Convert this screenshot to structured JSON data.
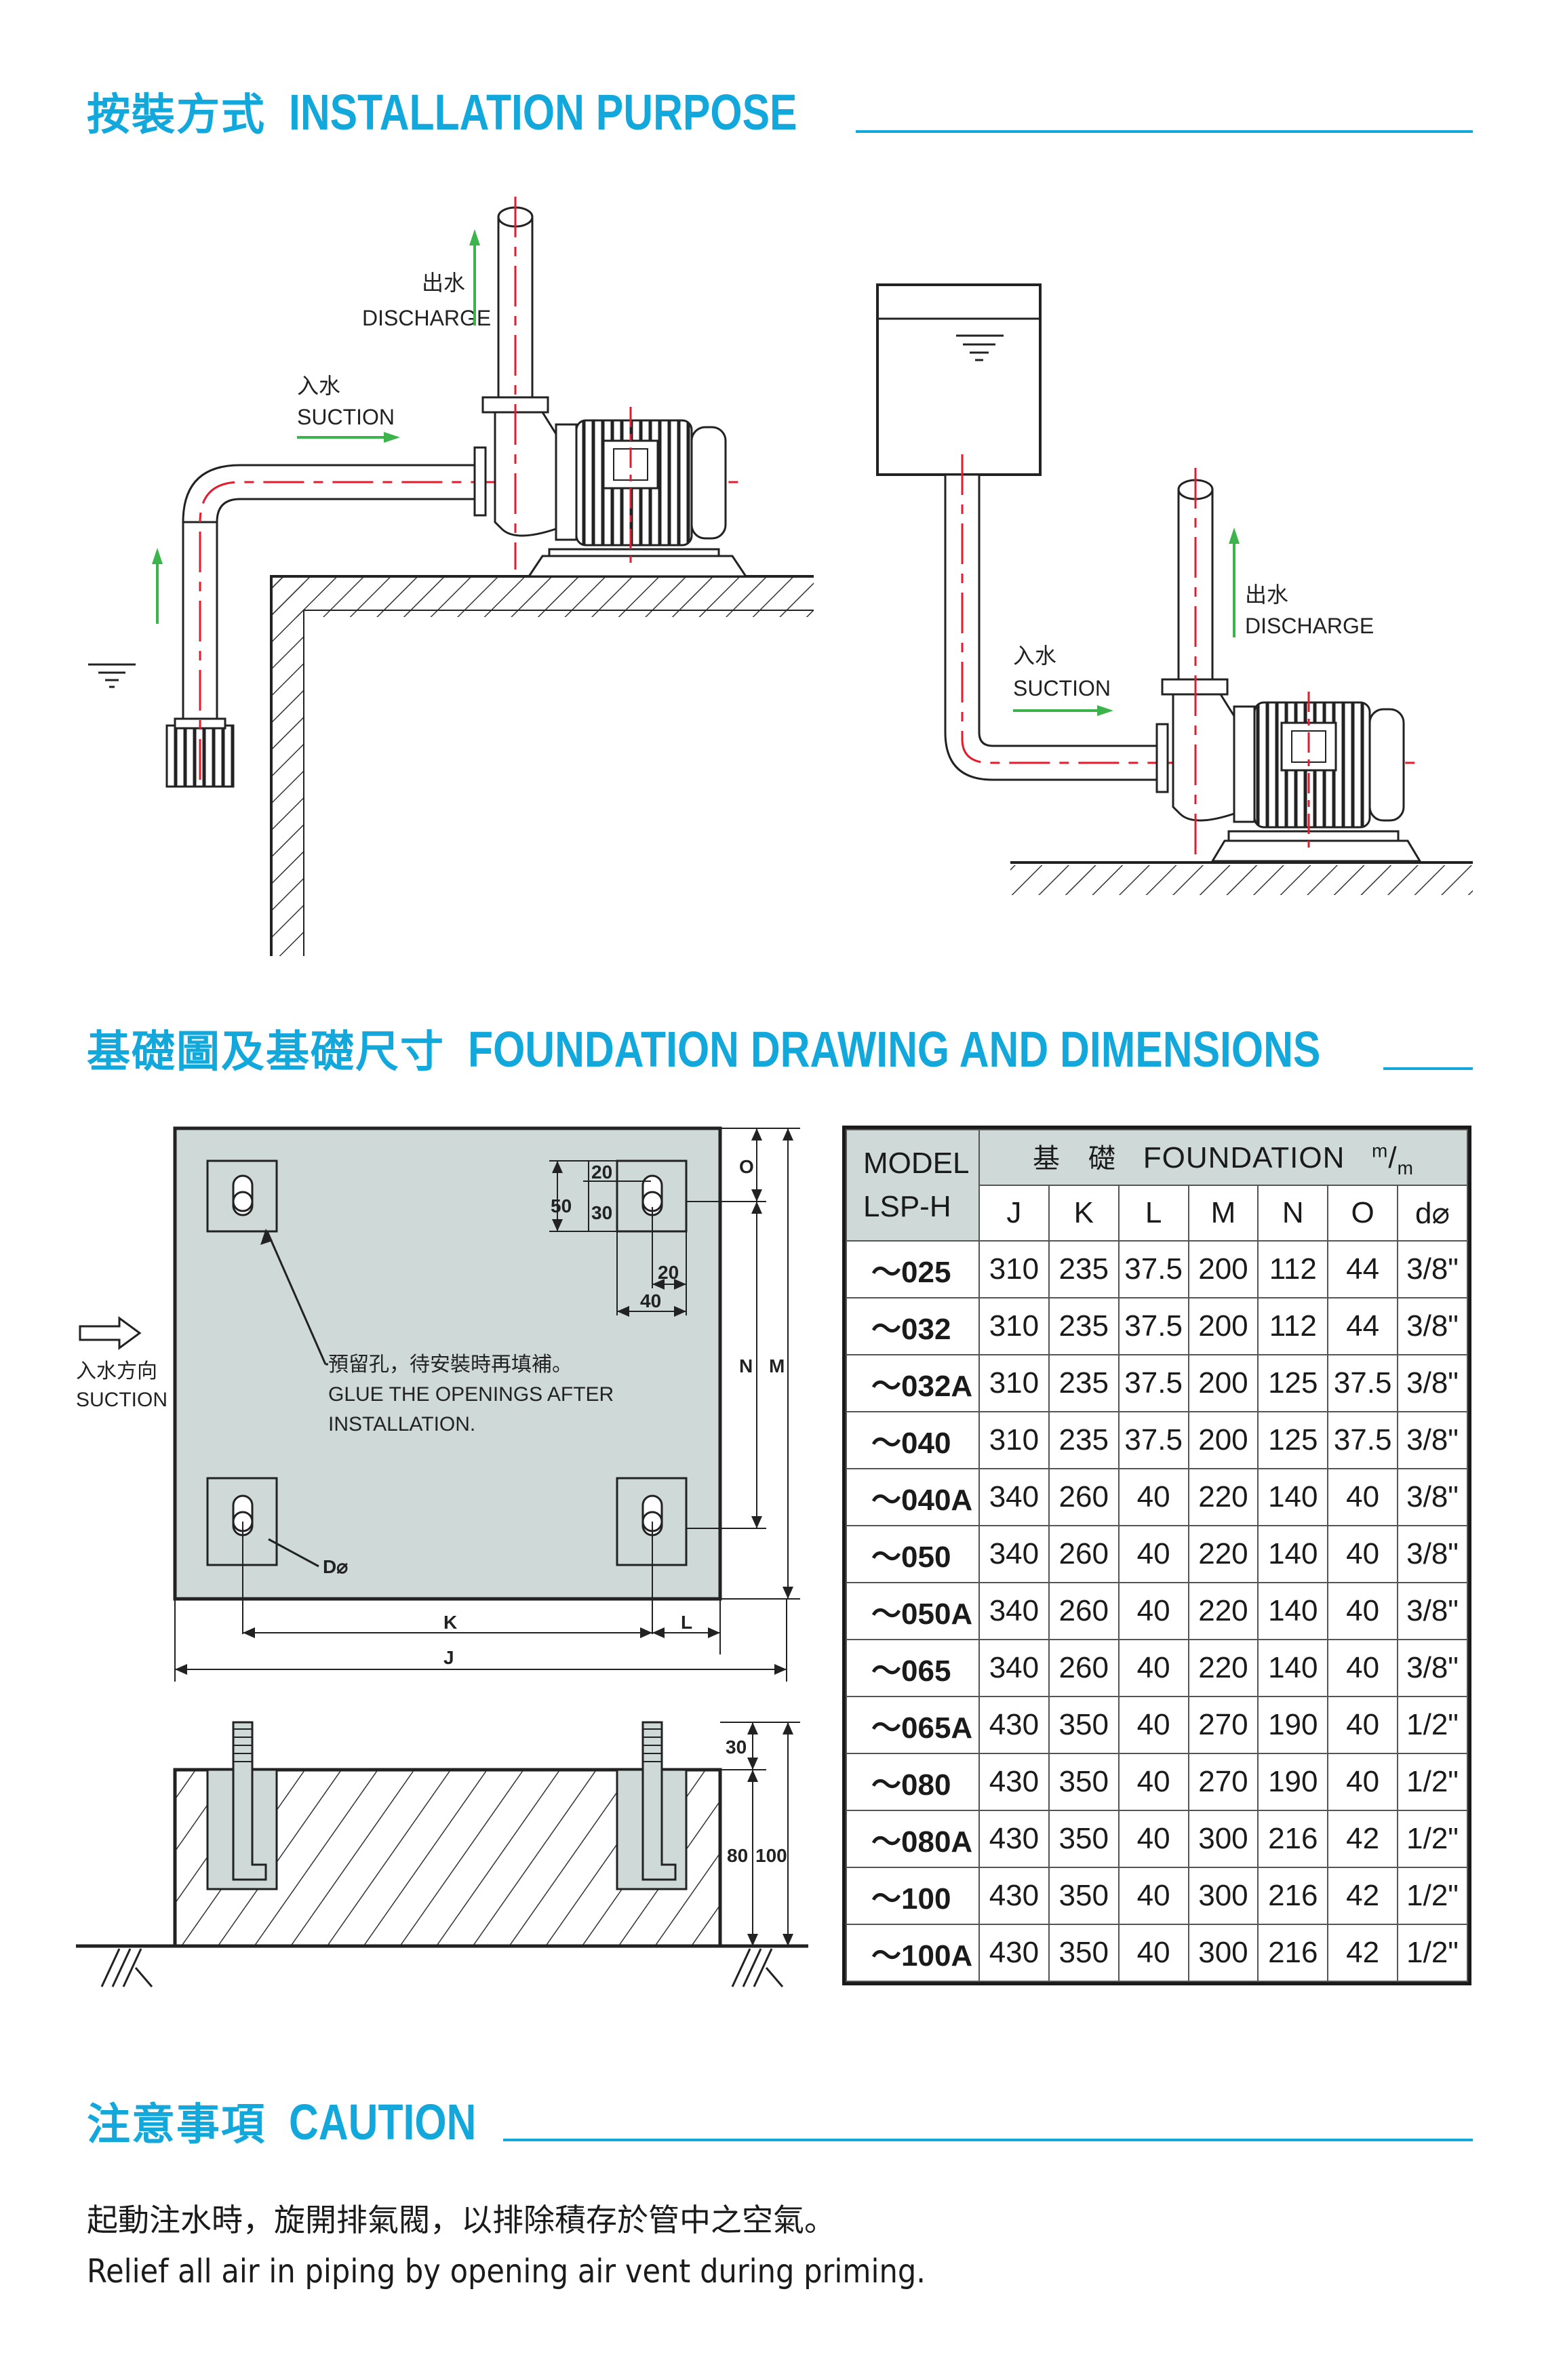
{
  "sections": {
    "installation": {
      "zh": "按裝方式",
      "en": "INSTALLATION PURPOSE"
    },
    "foundation": {
      "zh": "基礎圖及基礎尺寸",
      "en": "FOUNDATION DRAWING AND DIMENSIONS"
    },
    "caution": {
      "zh": "注意事項",
      "en": "CAUTION"
    }
  },
  "install_labels": {
    "discharge_zh": "出水",
    "discharge_en": "DISCHARGE",
    "suction_zh": "入水",
    "suction_en": "SUCTION"
  },
  "foundation_drawing": {
    "suction_dir_zh": "入水方向",
    "suction_dir_en": "SUCTION",
    "note_zh": "預留孔，待安裝時再填補。",
    "note_en_1": "GLUE THE OPENINGS AFTER",
    "note_en_2": "INSTALLATION.",
    "d_label": "D⌀",
    "dims": {
      "o": "O",
      "n": "N",
      "m": "M",
      "k": "K",
      "l": "L",
      "j": "J",
      "v20a": "20",
      "v50": "50",
      "v30a": "30",
      "v20b": "20",
      "v40": "40",
      "v30b": "30",
      "v80": "80",
      "v100": "100"
    }
  },
  "table": {
    "model_line1": "MODEL",
    "model_line2": "LSP-H",
    "foundation_zh": "基　礎",
    "foundation_en": "FOUNDATION",
    "unit_num": "m",
    "unit_den": "m",
    "columns": [
      "J",
      "K",
      "L",
      "M",
      "N",
      "O",
      "d⌀"
    ],
    "rows": [
      {
        "model": "～025",
        "vals": [
          "310",
          "235",
          "37.5",
          "200",
          "112",
          "44",
          "3/8\""
        ]
      },
      {
        "model": "～032",
        "vals": [
          "310",
          "235",
          "37.5",
          "200",
          "112",
          "44",
          "3/8\""
        ]
      },
      {
        "model": "～032A",
        "vals": [
          "310",
          "235",
          "37.5",
          "200",
          "125",
          "37.5",
          "3/8\""
        ]
      },
      {
        "model": "～040",
        "vals": [
          "310",
          "235",
          "37.5",
          "200",
          "125",
          "37.5",
          "3/8\""
        ]
      },
      {
        "model": "～040A",
        "vals": [
          "340",
          "260",
          "40",
          "220",
          "140",
          "40",
          "3/8\""
        ]
      },
      {
        "model": "～050",
        "vals": [
          "340",
          "260",
          "40",
          "220",
          "140",
          "40",
          "3/8\""
        ]
      },
      {
        "model": "～050A",
        "vals": [
          "340",
          "260",
          "40",
          "220",
          "140",
          "40",
          "3/8\""
        ]
      },
      {
        "model": "～065",
        "vals": [
          "340",
          "260",
          "40",
          "220",
          "140",
          "40",
          "3/8\""
        ]
      },
      {
        "model": "～065A",
        "vals": [
          "430",
          "350",
          "40",
          "270",
          "190",
          "40",
          "1/2\""
        ]
      },
      {
        "model": "～080",
        "vals": [
          "430",
          "350",
          "40",
          "270",
          "190",
          "40",
          "1/2\""
        ]
      },
      {
        "model": "～080A",
        "vals": [
          "430",
          "350",
          "40",
          "300",
          "216",
          "42",
          "1/2\""
        ]
      },
      {
        "model": "～100",
        "vals": [
          "430",
          "350",
          "40",
          "300",
          "216",
          "42",
          "1/2\""
        ]
      },
      {
        "model": "～100A",
        "vals": [
          "430",
          "350",
          "40",
          "300",
          "216",
          "42",
          "1/2\""
        ]
      }
    ]
  },
  "caution_text": {
    "zh": "起動注水時，旋開排氣閥，以排除積存於管中之空氣。",
    "en": "Relief all air in piping by opening air vent during priming."
  },
  "colors": {
    "accent": "#13a8dc",
    "red_line": "#e8192c",
    "green_arrow": "#3cb44b",
    "plate": "#cfd9d8"
  }
}
